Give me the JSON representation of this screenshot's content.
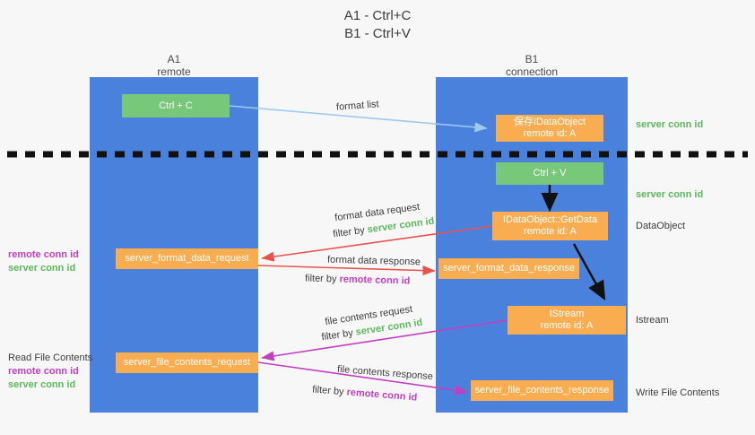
{
  "title": {
    "line1": "A1 - Ctrl+C",
    "line2": "B1 - Ctrl+V"
  },
  "lanes": [
    {
      "id": "a1",
      "name": "A1",
      "subtitle": "remote"
    },
    {
      "id": "b1",
      "name": "B1",
      "subtitle": "connection"
    }
  ],
  "nodes": {
    "ctrl_c": "Ctrl + C",
    "ctrl_v": "Ctrl + V",
    "save_idataobject_l1": "保存IDataObject",
    "save_idataobject_l2": "remote id: A",
    "getdata_l1": "IDataObject::GetData",
    "getdata_l2": "remote id: A",
    "istream_l1": "IStream",
    "istream_l2": "remote id: A",
    "server_format_data_request": "server_format_data_request",
    "server_format_data_response": "server_format_data_response",
    "server_file_contents_request": "server_file_contents_request",
    "server_file_contents_response": "server_file_contents_response"
  },
  "edge_labels": {
    "format_list": "format list",
    "format_data_request": "format data request",
    "format_data_request_filter_prefix": "filter by ",
    "format_data_request_filter_key": "server conn id",
    "format_data_response": "format data response",
    "format_data_response_filter_prefix": "filter by ",
    "format_data_response_filter_key": "remote conn id",
    "file_contents_request": "file contents request",
    "file_contents_request_filter_prefix": "filter by ",
    "file_contents_request_filter_key": "server conn id",
    "file_contents_response": "file contents response",
    "file_contents_response_filter_prefix": "filter by ",
    "file_contents_response_filter_key": "remote conn id"
  },
  "right_labels": {
    "server_conn_id_top": "server conn id",
    "server_conn_id_second": "server conn id",
    "dataobject": "DataObject",
    "istream": "Istream",
    "write_file_contents": "Write File Contents"
  },
  "left_labels": {
    "format_remote_conn_id": "remote conn id",
    "format_server_conn_id": "server conn id",
    "read_file_contents": "Read File Contents",
    "file_remote_conn_id": "remote conn id",
    "file_server_conn_id": "server conn id"
  },
  "colors": {
    "lane": "#4a81dc",
    "node_orange": "#f9ad50",
    "node_green": "#77c878",
    "arrow_light_blue": "#9ec9ee",
    "arrow_red": "#e8534f",
    "arrow_magenta": "#c13fc1",
    "arrow_black": "#111111",
    "green_text": "#5cb85c",
    "purple_text": "#c13fc1",
    "background": "#f7f7f7"
  }
}
